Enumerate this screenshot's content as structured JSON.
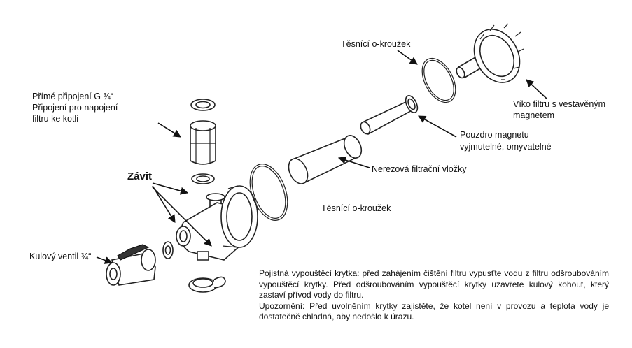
{
  "labels": {
    "direct_connection_line1": "Přímé připojení G ¾“",
    "direct_connection_line2": "Připojení pro napojení",
    "direct_connection_line3": "filtru ke kotli",
    "thread": "Závit",
    "ball_valve": "Kulový ventil ¾“",
    "oring_top": "Těsnící o-kroužek",
    "oring_middle": "Těsnící o-kroužek",
    "cap_line1": "Víko filtru s vestavěným",
    "cap_line2": "magnetem",
    "magnet_sleeve_line1": "Pouzdro magnetu",
    "magnet_sleeve_line2": "vyjmutelné, omyvatelné",
    "filter_insert": "Nerezová filtrační vložky"
  },
  "note": {
    "paragraph1": "Pojistná vypouštěcí krytka: před zahájením čištění filtru vypusťte vodu z filtru odšroubováním vypouštěcí krytky. Před odšroubováním vypouštěcí krytky uzavřete kulový kohout, který zastaví přívod vody do filtru.",
    "paragraph2": "Upozornění: Před uvolněním krytky zajistěte, že kotel není v provozu a teplota vody je dostatečně chladná, aby nedošlo k úrazu."
  }
}
